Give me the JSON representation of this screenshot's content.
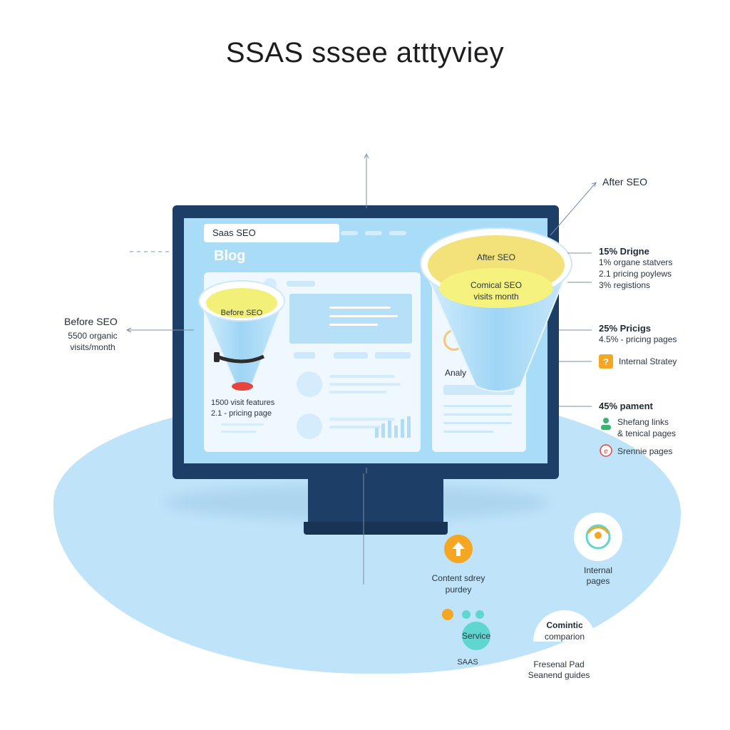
{
  "title": "SSAS sssee atttyviey",
  "monitor": {
    "url_text": "Saas SEO",
    "blog_label": "Blog",
    "left_funnel": {
      "top_label": "Before SEO",
      "line1": "1500 visit features",
      "line2": "2.1 - pricing page"
    },
    "right_funnel": {
      "top_label": "After SEO",
      "inner_line1": "Comical SEO",
      "inner_line2": "visits month"
    },
    "right_card_label": "Analy"
  },
  "left_callout": {
    "title": "Before SEO",
    "line1": "5500 organic",
    "line2": "visits/month"
  },
  "right_callouts": {
    "after_seo": "After SEO",
    "group1": {
      "title": "15% Drigne",
      "lines": [
        "1% organe statvers",
        "2.1 pricing poylews",
        "3% registions"
      ]
    },
    "group2": {
      "title": "25% Pricigs",
      "lines": [
        "4.5% - pricing pages"
      ]
    },
    "internal_strategy": "Internal Stratey",
    "group3": {
      "title": "45% pament",
      "lines": [
        "Shefang links",
        "& tenical pages"
      ]
    },
    "srennie": "Srennie pages"
  },
  "bottom": {
    "content": {
      "line1": "Content sdrey",
      "line2": "purdey"
    },
    "internal": {
      "line1": "Internal",
      "line2": "pages"
    },
    "service": "Service",
    "saas": "SAAS",
    "cominite": {
      "line1": "Comintic",
      "line2": "comparion"
    },
    "fresenal": {
      "line1": "Fresenal Pad",
      "line2": "Seanend guides"
    }
  },
  "colors": {
    "monitor": "#1d3e66",
    "screen": "#a9dcf7",
    "blob": "#bfe4fa",
    "funnel_cup": "#f3f07a",
    "orange_accent": "#f5a623",
    "teal_accent": "#5fd6d0"
  }
}
